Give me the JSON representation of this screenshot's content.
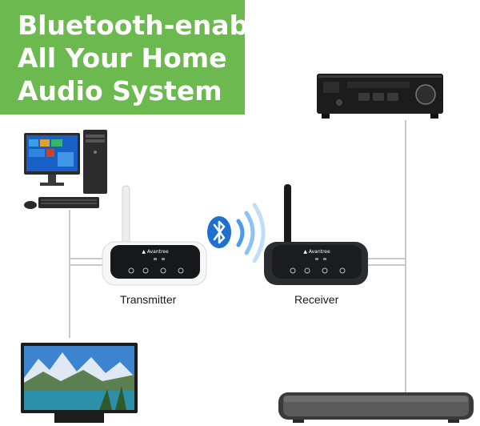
{
  "headline": {
    "line1": "Bluetooth-enable",
    "line2": "All Your Home",
    "line3": "Audio System"
  },
  "devices": {
    "transmitter_label": "Transmitter",
    "receiver_label": "Receiver",
    "brand_text": "Avantree"
  },
  "colors": {
    "banner": "#6cb950",
    "bluetooth_blue": "#1f6fd0",
    "wire": "#c9c9c9"
  }
}
